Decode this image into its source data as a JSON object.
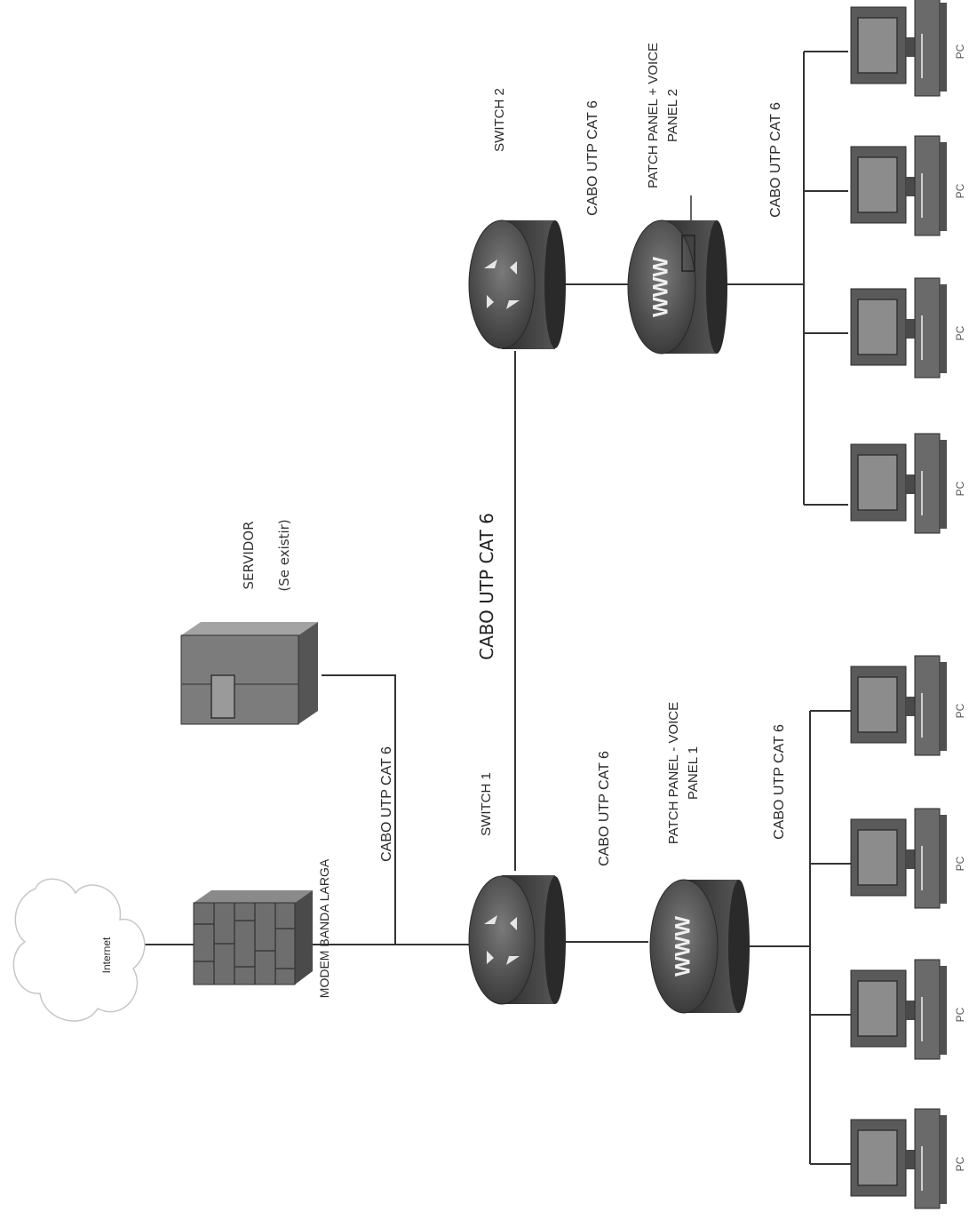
{
  "nodes": {
    "internet": "Internet",
    "modem": "MODEM BANDA LARGA",
    "servidor": "SERVIDOR",
    "servidor_note": "(Se existir)",
    "switch1": "SWITCH 1",
    "switch2": "SWITCH 2",
    "patch1_line1": "PATCH PANEL - VOICE",
    "patch1_line2": "PANEL 1",
    "patch2_line1": "PATCH PANEL + VOICE",
    "patch2_line2": "PANEL 2",
    "patch_icon_text": "WWW",
    "pc": "PC"
  },
  "cables": {
    "modem_server": "CABO UTP  CAT 6",
    "switch1_switch2": "CABO UTP CAT 6",
    "switch1_patch1": "CABO UTP  CAT 6",
    "switch2_patch2": "CABO UTP  CAT 6",
    "patch1_pcs": "CABO UTP  CAT 6",
    "patch2_pcs": "CABO UTP  CAT 6"
  },
  "colors": {
    "device_dark": "#3a3a3a",
    "device_mid": "#6b6b6b",
    "device_light": "#9a9a9a",
    "line": "#333333"
  }
}
